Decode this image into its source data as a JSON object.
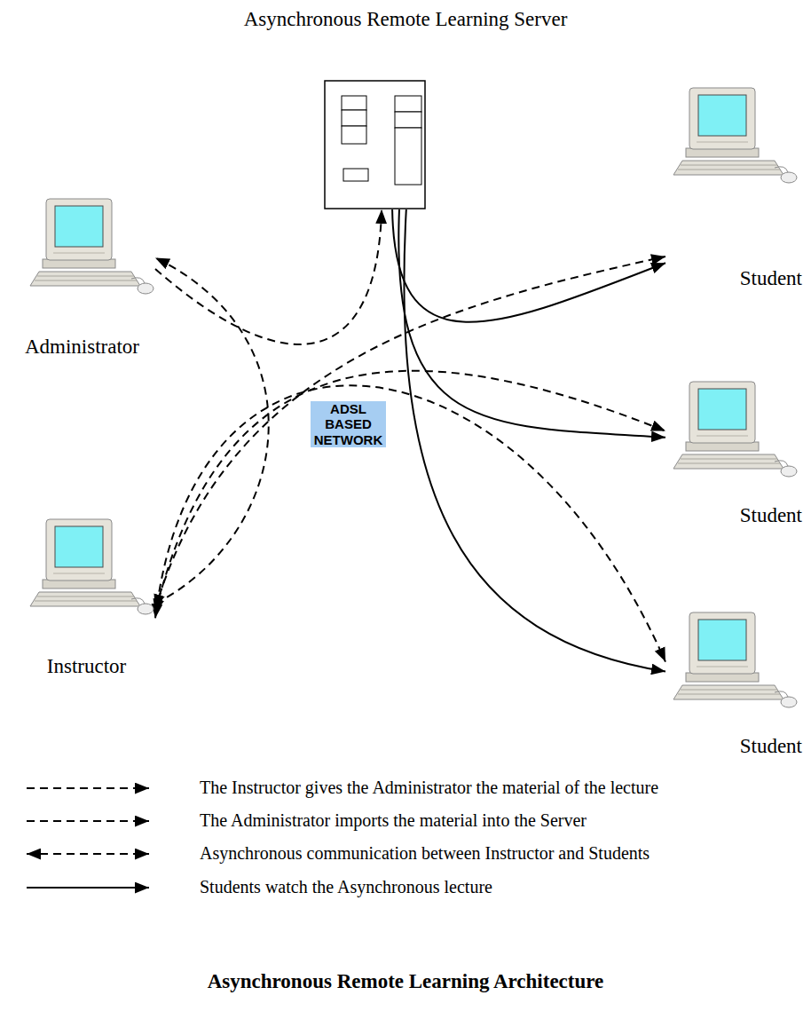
{
  "diagram": {
    "caption": "Asynchronous Remote Learning Architecture",
    "nodes": [
      {
        "text": [
          "Asynchronous Remote Learning Server"
        ]
      },
      {
        "text": [
          "Administrator"
        ]
      },
      {
        "text": [
          "Student"
        ]
      },
      {
        "text": [
          "ADSL BASED NETWORK"
        ]
      },
      {
        "text": [
          "Student"
        ]
      },
      {
        "text": [
          "Instructor"
        ]
      },
      {
        "text": [
          "Student"
        ]
      }
    ],
    "edges": [
      {
        "from": 5,
        "to": 1,
        "arrow": "to"
      },
      {
        "from": 1,
        "to": 0,
        "arrow": "to"
      },
      {
        "from": 5,
        "to": 2,
        "arrow": "both"
      },
      {
        "from": 5,
        "to": 4,
        "arrow": "both"
      },
      {
        "from": 5,
        "to": 6,
        "arrow": "both"
      },
      {
        "from": 0,
        "to": 2,
        "arrow": "to"
      },
      {
        "from": 0,
        "to": 4,
        "arrow": "to"
      },
      {
        "from": 0,
        "to": 6,
        "arrow": "to"
      }
    ],
    "legend": [
      {
        "text": "The Instructor gives the Administrator the material of the lecture"
      },
      {
        "text": "The Administrator imports the material into the Server"
      },
      {
        "text": "Asynchronous communication between Instructor and Students"
      },
      {
        "text": "Students watch the Asynchronous lecture"
      }
    ]
  }
}
